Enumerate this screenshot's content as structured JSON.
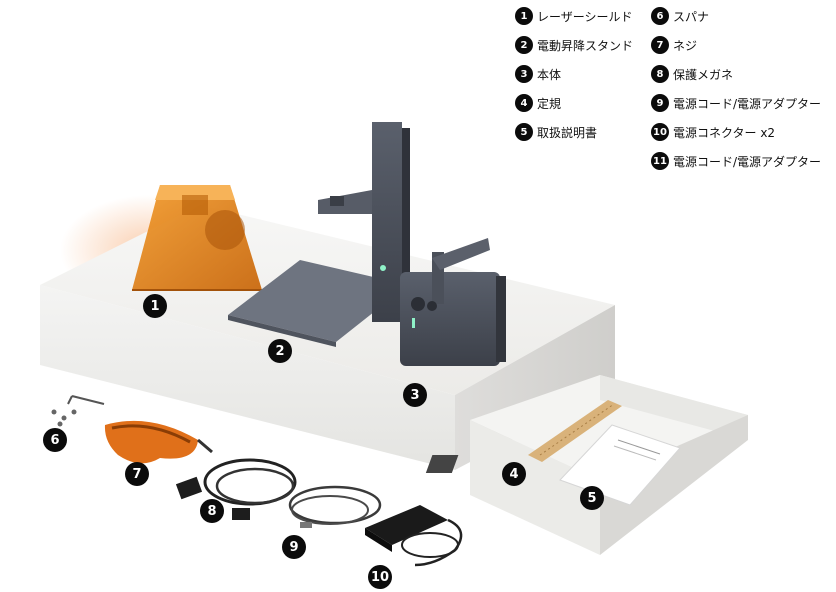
{
  "legend": [
    {
      "num": "1",
      "label": "レーザーシールド"
    },
    {
      "num": "2",
      "label": "電動昇降スタンド"
    },
    {
      "num": "3",
      "label": "本体"
    },
    {
      "num": "4",
      "label": "定規"
    },
    {
      "num": "5",
      "label": "取扱説明書"
    },
    {
      "num": "6",
      "label": "スパナ"
    },
    {
      "num": "7",
      "label": "ネジ"
    },
    {
      "num": "8",
      "label": "保護メガネ"
    },
    {
      "num": "9",
      "label": "電源コード/電源アダプター"
    },
    {
      "num": "10",
      "label": "電源コネクター x2"
    },
    {
      "num": "11",
      "label": "電源コード/電源アダプター"
    }
  ],
  "badges": [
    "1",
    "2",
    "3",
    "4",
    "5",
    "6",
    "7",
    "8",
    "9",
    "10"
  ],
  "colors": {
    "badge": "#0b0b0b",
    "shield": "#e8820f",
    "device": "#4a4f5a",
    "platform": "#f2f2f0"
  },
  "icons": [
    "laser-shield",
    "lift-stand",
    "laser-engraver",
    "ruler",
    "manual",
    "wrench",
    "screws",
    "safety-glasses",
    "power-cord",
    "power-adapter"
  ]
}
